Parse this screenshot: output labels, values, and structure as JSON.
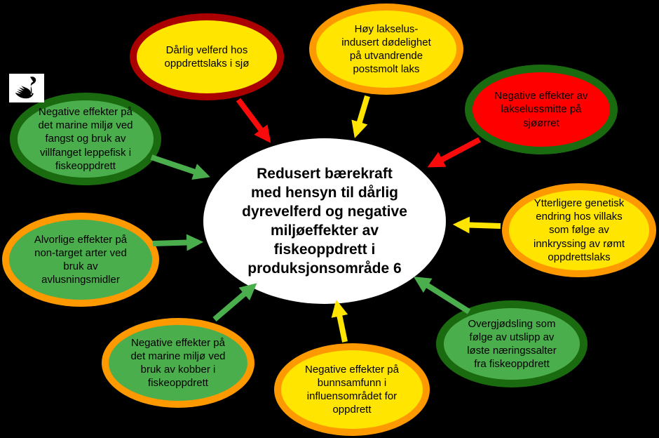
{
  "palette": {
    "background": "#000000",
    "yellow_fill": "#FFE500",
    "green_fill": "#4BAE4C",
    "red_fill": "#FF0000",
    "white_fill": "#FFFFFF",
    "orange_border": "#FF9900",
    "dark_red_border": "#AB0000",
    "dark_green_border": "#1A6B0F",
    "arrow_red": "#F90B0B",
    "arrow_yellow": "#FFE500",
    "arrow_green": "#4BAE4C",
    "text_color": "#000000"
  },
  "logo": {
    "icon": "black-swan"
  },
  "center": {
    "text": "Redusert bærekraft\nmed hensyn til dårlig\ndyrevelferd og negative\nmiljøeffekter av\nfiskeoppdrett i\nproduksjonsområde 6"
  },
  "nodes": [
    {
      "id": "daarlig-velferd",
      "text": "Dårlig velferd hos\noppdrettslaks i sjø",
      "fill": "#FFE500",
      "border": "#AB0000",
      "arrow": "#F90B0B"
    },
    {
      "id": "lakselus-dodelighet",
      "text": "Høy lakselus-\nindusert dødelighet\npå utvandrende\npostsmolt laks",
      "fill": "#FFE500",
      "border": "#FF9900",
      "arrow": "#FFE500"
    },
    {
      "id": "lakselussmitte",
      "text": "Negative effekter av\nlakselussmitte på\nsjøørret",
      "fill": "#FF0000",
      "border": "#1A6B0F",
      "arrow": "#F90B0B"
    },
    {
      "id": "genetisk-endring",
      "text": "Ytterligere genetisk\nendring hos villaks\nsom følge av\ninnkryssing av rømt\noppdrettslaks",
      "fill": "#FFE500",
      "border": "#FF9900",
      "arrow": "#FFE500"
    },
    {
      "id": "overgjodsling",
      "text": "Overgjødsling som\nfølge av utslipp av\nløste næringssalter\nfra fiskeoppdrett",
      "fill": "#4BAE4C",
      "border": "#1A6B0F",
      "arrow": "#4BAE4C"
    },
    {
      "id": "bunnsamfunn",
      "text": "Negative effekter på\nbunnsamfunn i\ninfluensområdet for\noppdrett",
      "fill": "#FFE500",
      "border": "#FF9900",
      "arrow": "#FFE500"
    },
    {
      "id": "kobber",
      "text": "Negative effekter på\ndet marine miljø ved\nbruk av kobber i\nfiskeoppdrett",
      "fill": "#4BAE4C",
      "border": "#FF9900",
      "arrow": "#4BAE4C"
    },
    {
      "id": "avlusningsmidler",
      "text": "Alvorlige effekter på\nnon-target arter ved\nbruk av\navlusningsmidler",
      "fill": "#4BAE4C",
      "border": "#FF9900",
      "arrow": "#4BAE4C"
    },
    {
      "id": "leppefisk",
      "text": "Negative effekter på\ndet marine miljø ved\nfangst og bruk av\nvillfanget leppefisk i\nfiskeoppdrett",
      "fill": "#4BAE4C",
      "border": "#1A6B0F",
      "arrow": "#4BAE4C"
    }
  ]
}
